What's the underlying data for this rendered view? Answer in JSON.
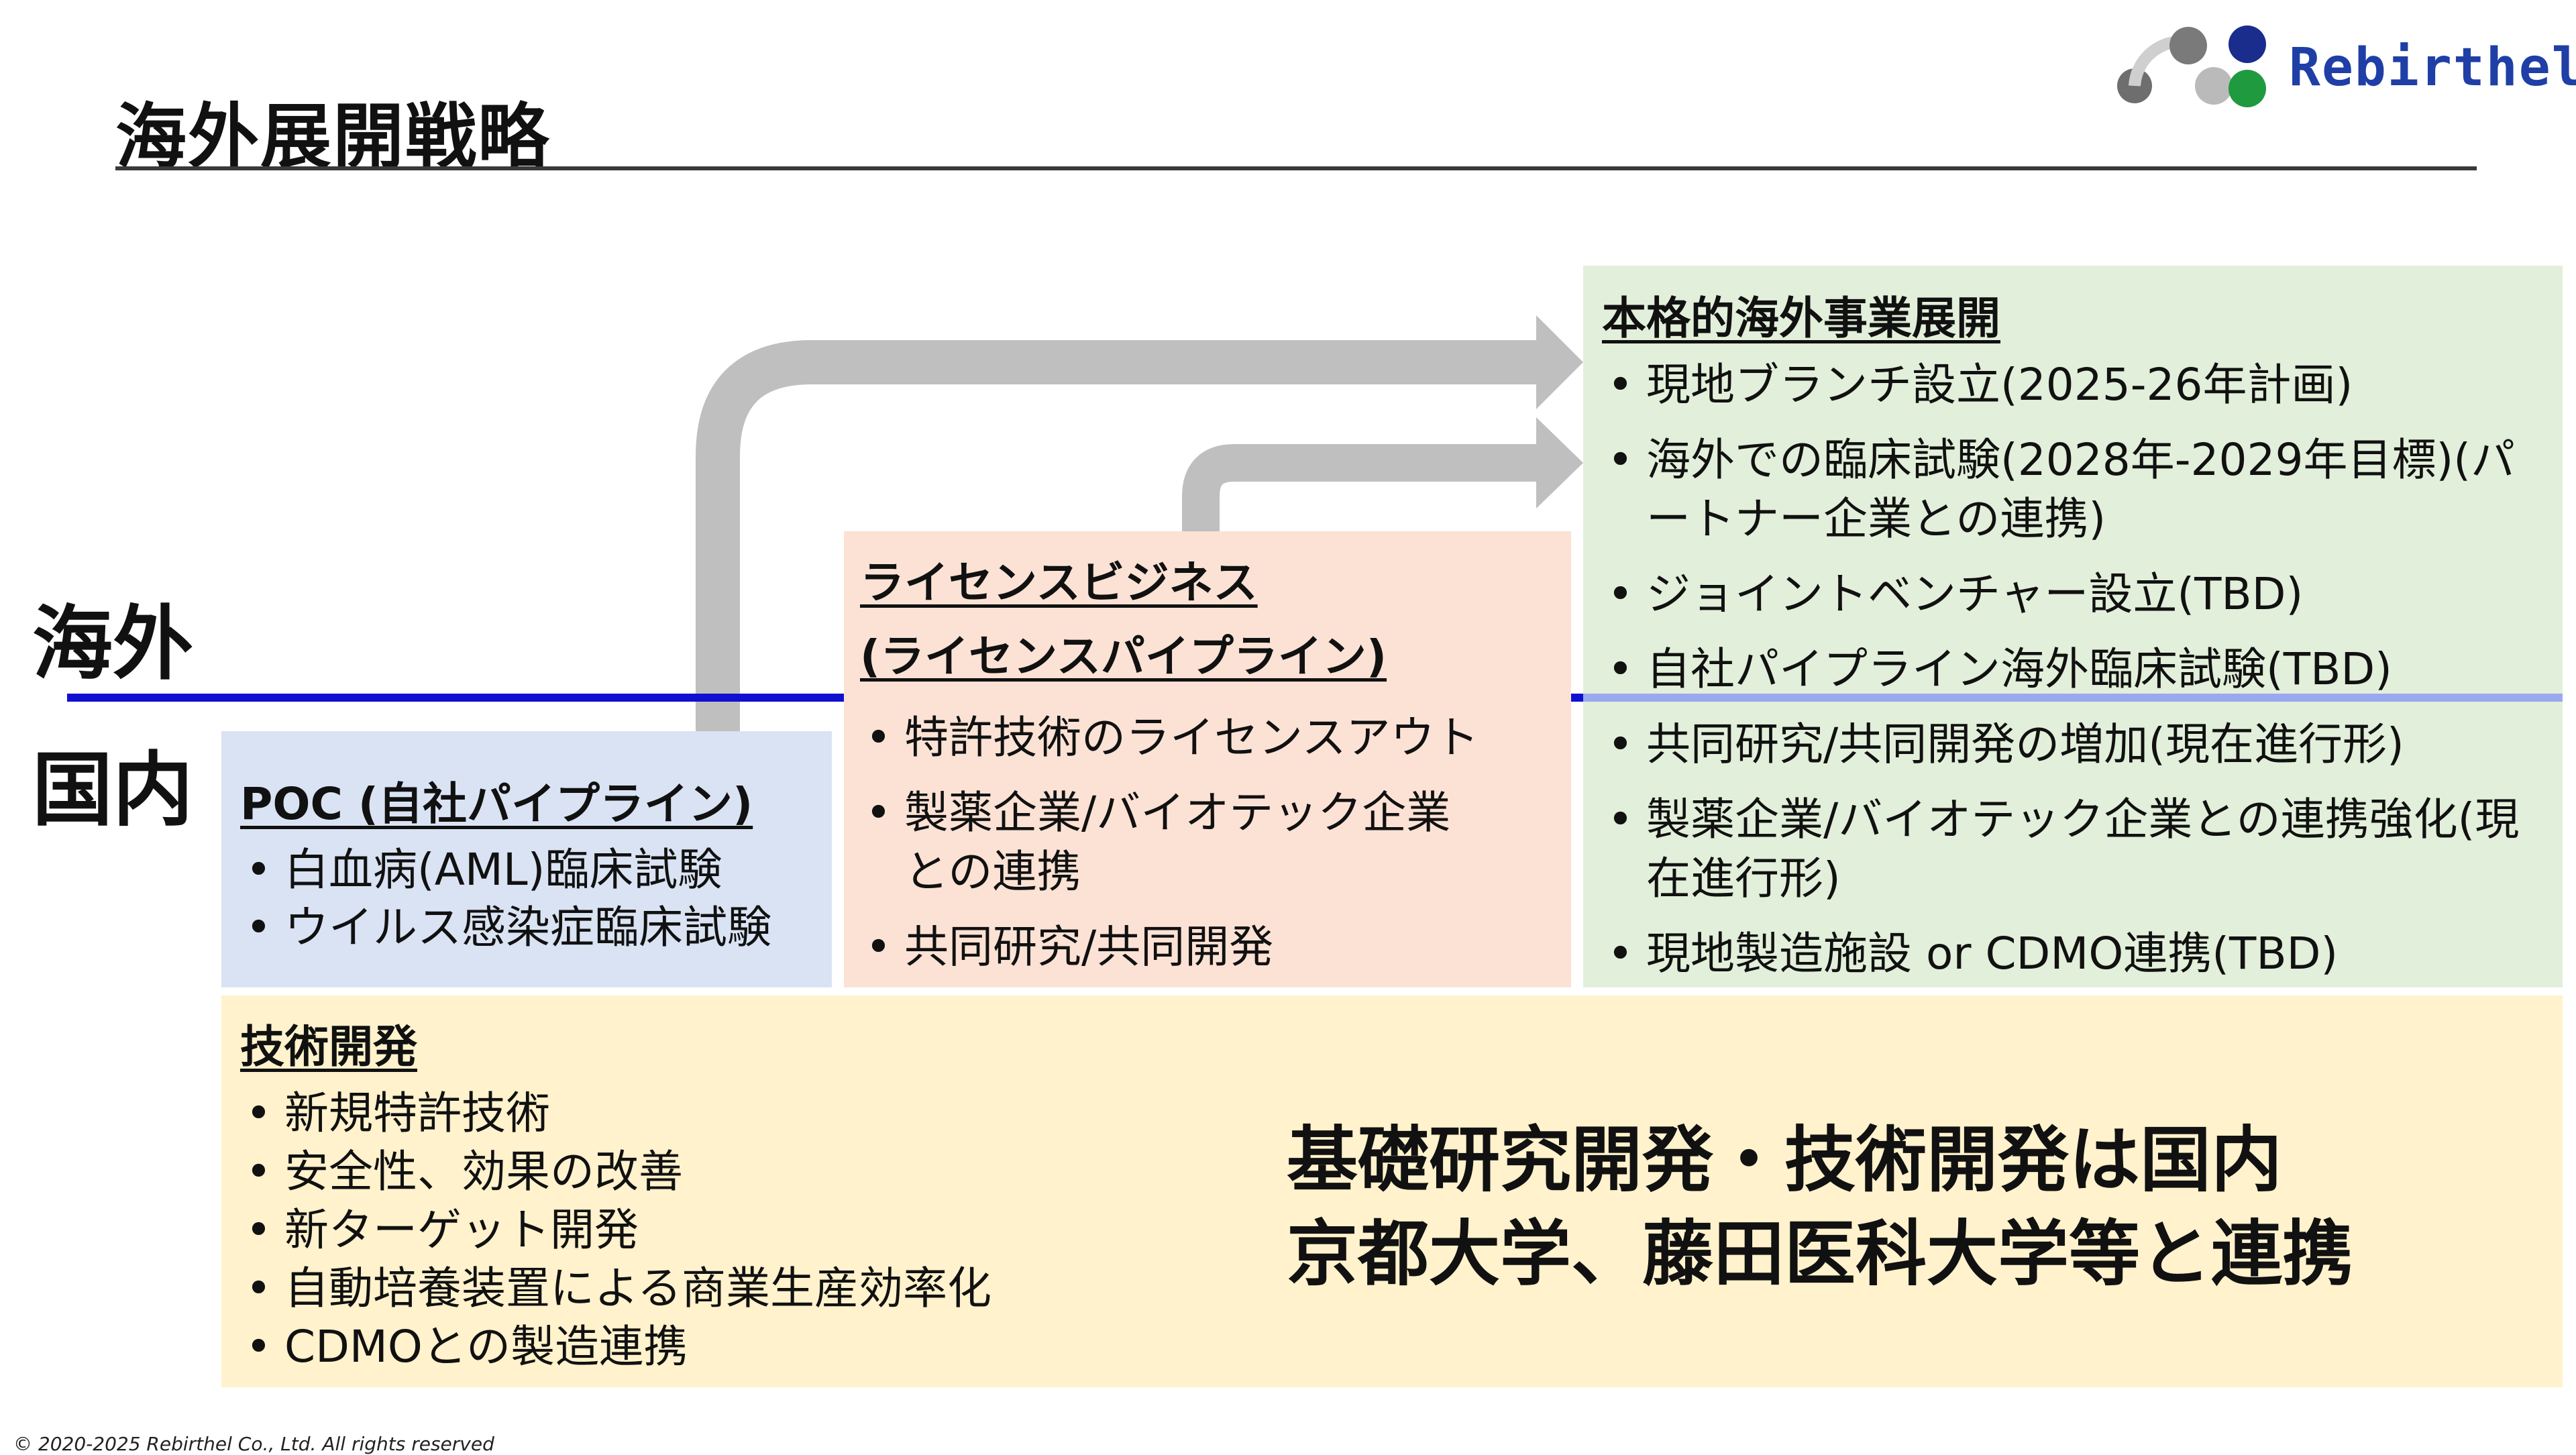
{
  "title": "海外展開戦略",
  "logo": {
    "text": "Rebirthel",
    "colors": {
      "grey": "#6e6e6e",
      "navy": "#1a2d8c",
      "green": "#1f9a3e",
      "text": "#1f3fa6"
    }
  },
  "side_labels": {
    "overseas": "海外",
    "domestic": "国内"
  },
  "poc": {
    "heading": "POC (自社パイプライン)",
    "items": [
      "白血病(AML)臨床試験",
      "ウイルス感染症臨床試験"
    ]
  },
  "license": {
    "heading_line1": "ライセンスビジネス",
    "heading_line2": "(ライセンスパイプライン)",
    "items": [
      "特許技術のライセンスアウト",
      "製薬企業/バイオテック企業との連携",
      "共同研究/共同開発"
    ]
  },
  "overseas": {
    "heading": "本格的海外事業展開",
    "items": [
      "現地ブランチ設立(2025-26年計画)",
      "海外での臨床試験(2028年-2029年目標)(パートナー企業との連携)",
      "ジョイントベンチャー設立(TBD)",
      "自社パイプライン海外臨床試験(TBD)",
      "共同研究/共同開発の増加(現在進行形)",
      "製薬企業/バイオテック企業との連携強化(現在進行形)",
      "現地製造施設 or CDMO連携(TBD)"
    ]
  },
  "tech": {
    "heading": "技術開発",
    "items": [
      "新規特許技術",
      "安全性、効果の改善",
      "新ターゲット開発",
      "自動培養装置による商業生産効率化",
      "CDMOとの製造連携"
    ],
    "message_line1": "基礎研究開発・技術開発は国内",
    "message_line2": "京都大学、藤田医科大学等と連携"
  },
  "footer": "© 2020-2025 Rebirthel Co., Ltd. All rights reserved",
  "colors": {
    "poc_bg": "#dae3f3",
    "license_bg": "#fbe2d5",
    "overseas_bg": "#e2efda",
    "tech_bg": "#fff2cc",
    "arrow": "#bfbfbf",
    "divider": "#1010d0"
  }
}
